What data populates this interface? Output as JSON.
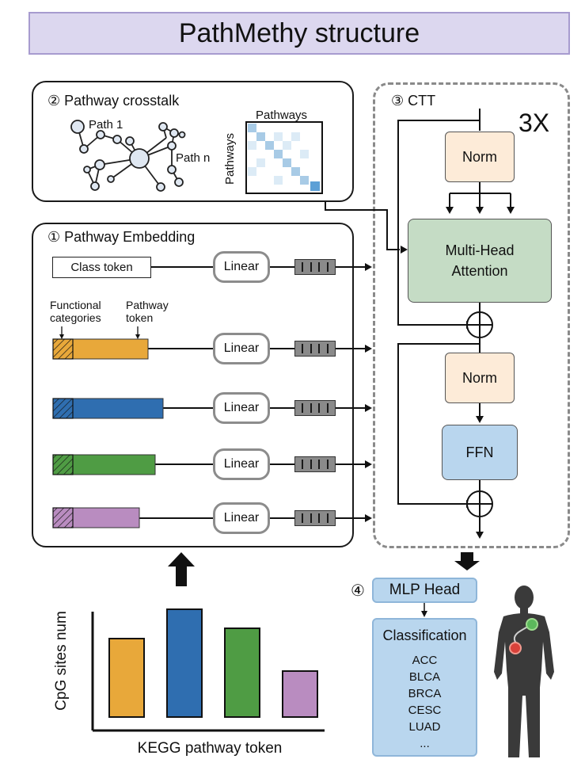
{
  "title": "PathMethy structure",
  "crosstalk": {
    "label": "② Pathway crosstalk",
    "path1": "Path 1",
    "pathn": "Path n",
    "matrix_top": "Pathways",
    "matrix_left": "Pathways"
  },
  "embedding": {
    "label": "① Pathway Embedding",
    "class_token": "Class token",
    "linear": "Linear",
    "functional_categories": [
      "Functional",
      "categories"
    ],
    "pathway_token": [
      "Pathway",
      "token"
    ],
    "bar_colors": [
      "#e8a83a",
      "#2f6eb0",
      "#4f9c44",
      "#b98cc0"
    ]
  },
  "ctt": {
    "label": "③ CTT",
    "repeat": "3X",
    "norm": "Norm",
    "mha": [
      "Multi-Head",
      "Attention"
    ],
    "ffn": "FFN"
  },
  "head": {
    "circle_num": "④",
    "mlp": "MLP Head",
    "classification": "Classification",
    "classes": [
      "ACC",
      "BLCA",
      "BRCA",
      "CESC",
      "LUAD",
      "..."
    ]
  },
  "chart_data": {
    "type": "bar",
    "xlabel": "KEGG pathway token",
    "ylabel": "CpG sites num",
    "values": [
      99,
      136,
      112,
      58
    ],
    "colors": [
      "#e8a83a",
      "#2f6eb0",
      "#4f9c44",
      "#b98cc0"
    ],
    "ylim": [
      0,
      140
    ]
  }
}
